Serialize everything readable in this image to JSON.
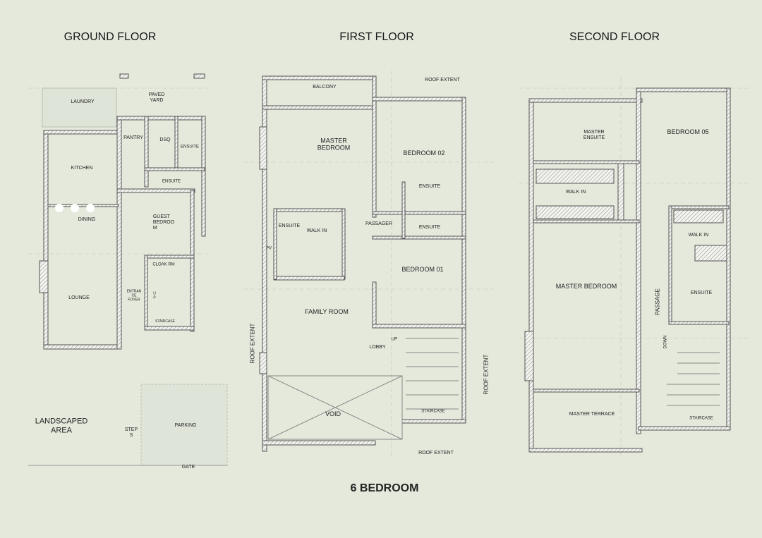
{
  "floors": [
    {
      "title": "GROUND FLOOR",
      "rooms": [
        "LAUNDRY",
        "PAVED\nYARD",
        "PANTRY",
        "DSQ",
        "ENSUITE",
        "KITCHEN",
        "ENSUITE",
        "DINING",
        "GUEST\nBEDROO\nM",
        "CLOAK RM",
        "ENTRAN\nCE\nFOYER",
        "U\nP",
        "LOUNGE",
        "STAIRCASE"
      ],
      "outside": [
        "LANDSCAPED\nAREA",
        "STEP\nS",
        "PARKING",
        "GATE"
      ]
    },
    {
      "title": "FIRST FLOOR",
      "rooms": [
        "BALCONY",
        "MASTER\nBEDROOM",
        "BEDROOM 02",
        "ENSUITE",
        "ENSUITE",
        "WALK IN",
        "PASSAGER",
        "ENSUITE",
        "BEDROOM 01",
        "FAMILY ROOM",
        "LOBBY",
        "UP",
        "VOID",
        "STAIRCASE",
        "PV"
      ],
      "extents": [
        "ROOF EXTENT",
        "ROOF EXTENT",
        "ROOF EXTENT",
        "ROOF EXTENT"
      ]
    },
    {
      "title": "SECOND FLOOR",
      "rooms": [
        "MASTER\nENSUITE",
        "BEDROOM 05",
        "WALK IN",
        "WALK IN",
        "MASTER BEDROOM",
        "PASSAGE",
        "ENSUITE",
        "DOWN",
        "MASTER TERRACE",
        "STAIRCASE"
      ]
    }
  ],
  "caption": "6 BEDROOM",
  "colors": {
    "background": "#e4e9dc",
    "wall": "#555555",
    "hatch": "#8a8a8a"
  }
}
